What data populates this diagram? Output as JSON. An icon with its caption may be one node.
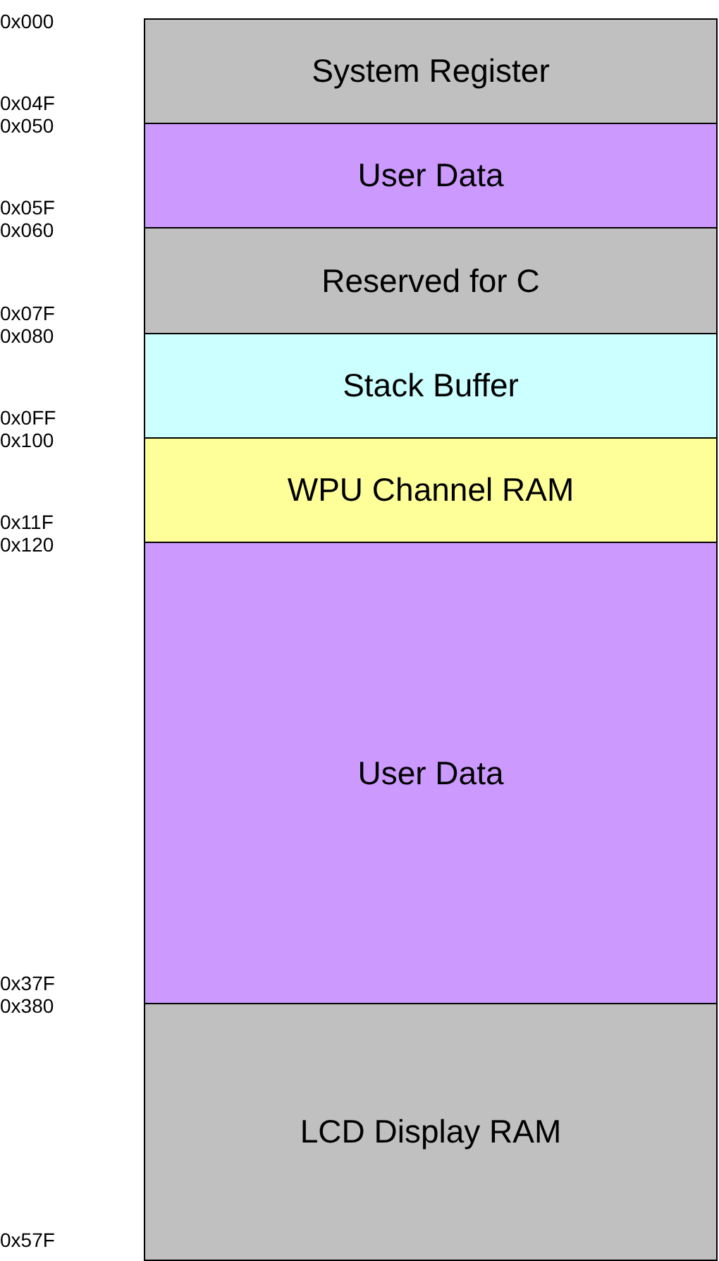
{
  "diagram": {
    "nodes": [
      {
        "text": [
          "System Register"
        ]
      },
      {
        "text": [
          "User Data"
        ]
      },
      {
        "text": [
          "Reserved for C"
        ]
      },
      {
        "text": [
          "Stack Buffer"
        ]
      },
      {
        "text": [
          "WPU Channel RAM"
        ]
      },
      {
        "text": [
          "User Data"
        ]
      },
      {
        "text": [
          "LCD Display RAM"
        ]
      }
    ],
    "labels": [
      "0x000",
      "0x04F",
      "0x050",
      "0x05F",
      "0x060",
      "0x07F",
      "0x080",
      "0x0FF",
      "0x100",
      "0x11F",
      "0x120",
      "0x37F",
      "0x380",
      "0x57F"
    ]
  }
}
